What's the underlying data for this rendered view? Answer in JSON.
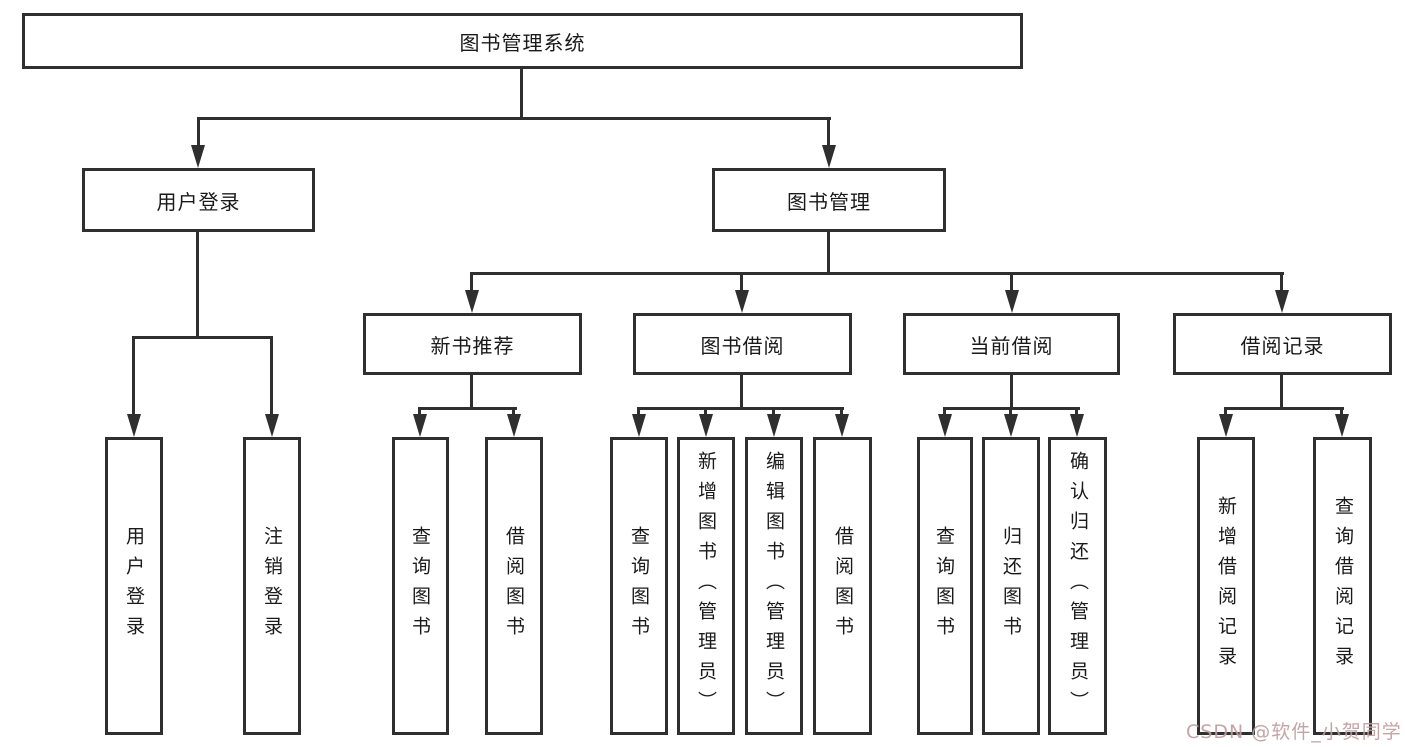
{
  "tree": {
    "root": "图书管理系统",
    "children": [
      {
        "label": "用户登录",
        "children": [
          "用户登录",
          "注销登录"
        ]
      },
      {
        "label": "图书管理",
        "children": [
          {
            "label": "新书推荐",
            "children": [
              "查询图书",
              "借阅图书"
            ]
          },
          {
            "label": "图书借阅",
            "children": [
              "查询图书",
              "新增图书（管理员）",
              "编辑图书（管理员）",
              "借阅图书"
            ]
          },
          {
            "label": "当前借阅",
            "children": [
              "查询图书",
              "归还图书",
              "确认归还（管理员）"
            ]
          },
          {
            "label": "借阅记录",
            "children": [
              "新增借阅记录",
              "查询借阅记录"
            ]
          }
        ]
      }
    ]
  },
  "watermark": {
    "text": "CSDN @软件_小贺同学"
  },
  "colors": {
    "line": "#2f2f2f",
    "text": "#1a1a1a",
    "background": "#ffffff",
    "watermark": "#ba9494"
  }
}
